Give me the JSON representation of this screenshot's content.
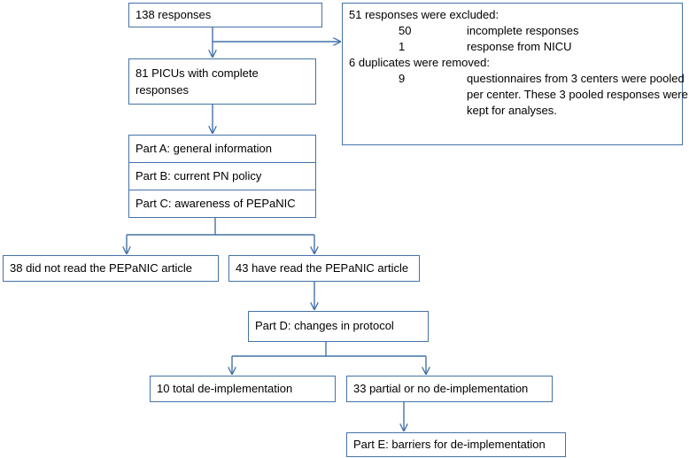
{
  "diagram": {
    "line_color": "#4472a8",
    "nodes": {
      "responses": "138 responses",
      "picus_line1": "81 PICUs with complete",
      "picus_line2": "responses",
      "part_a": "Part A: general information",
      "part_b": "Part B: current  PN policy",
      "part_c": "Part C: awareness of PEPaNIC",
      "not_read": "38 did not read the PEPaNIC article",
      "have_read": "43 have read the PEPaNIC article",
      "part_d": "Part D: changes in protocol",
      "total_deimpl": "10 total de-implementation",
      "partial_deimpl": "33 partial or no de-implementation",
      "part_e": "Part E: barriers for de-implementation"
    },
    "exclusions": {
      "excluded_header": "51 responses were excluded:",
      "excluded_items": [
        {
          "count": "50",
          "reason": "incomplete responses"
        },
        {
          "count": "1",
          "reason": "response from NICU"
        }
      ],
      "duplicates_header": "6 duplicates were removed:",
      "duplicates_count": "9",
      "duplicates_lines": [
        "questionnaires from 3 centers were pooled",
        "per center. These 3 pooled responses were",
        "kept for analyses."
      ]
    }
  }
}
